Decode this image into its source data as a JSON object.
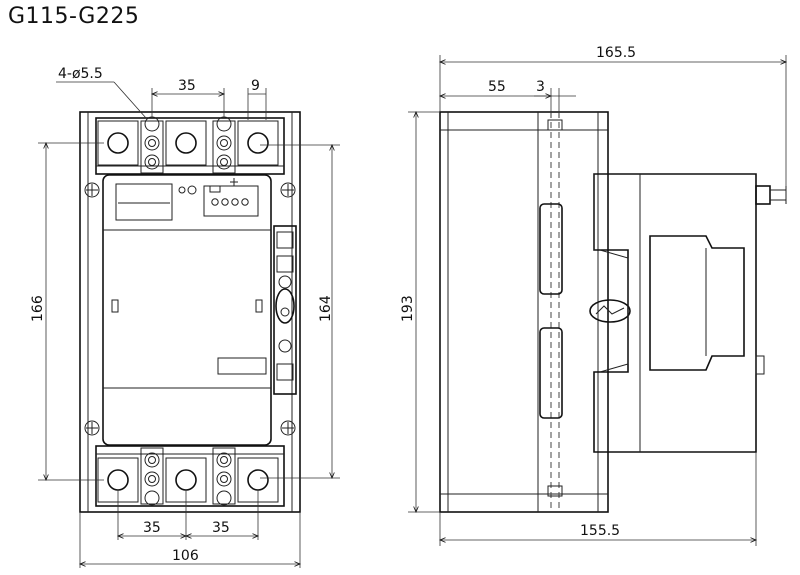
{
  "title": "G115-G225",
  "dims": {
    "holes": "4-ø5.5",
    "pitch_top": "35",
    "offset_top": "9",
    "height_left": "166",
    "height_right": "164",
    "pitch_bottom_a": "35",
    "pitch_bottom_b": "35",
    "width_total": "106",
    "depth_total": "165.5",
    "depth_a": "55",
    "depth_b": "3",
    "side_height": "193",
    "depth_bottom": "155.5"
  }
}
